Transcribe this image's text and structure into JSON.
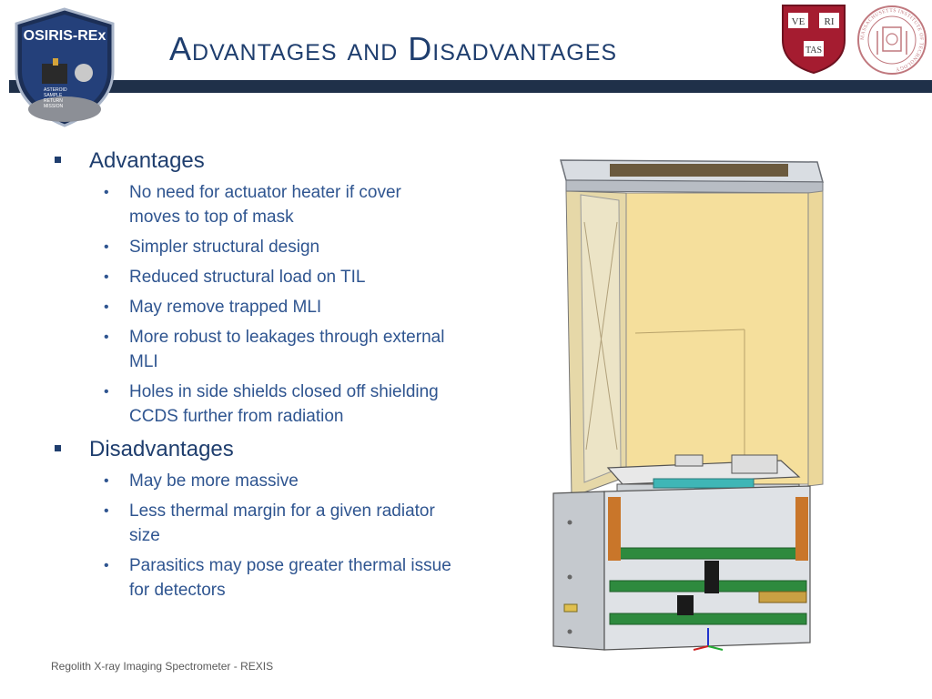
{
  "title": "Advantages and Disadvantages",
  "logos": {
    "osiris": {
      "name": "OSIRIS-REx",
      "subtitle_lines": [
        "ASTEROID",
        "SAMPLE",
        "RETURN",
        "MISSION"
      ]
    },
    "harvard": {
      "shield_text": [
        "VE",
        "RI",
        "TAS"
      ]
    },
    "mit": {
      "ring_text": "MASSACHUSETTS INSTITUTE OF TECHNOLOGY"
    }
  },
  "sections": [
    {
      "heading": "Advantages",
      "items": [
        "No need for actuator heater if cover moves to top of mask",
        "Simpler structural design",
        "Reduced structural load on TIL",
        "May remove trapped MLI",
        "More robust to leakages through external MLI",
        "Holes in side shields closed off shielding CCDS further from radiation"
      ]
    },
    {
      "heading": "Disadvantages",
      "items": [
        "May be more massive",
        "Less thermal margin for a given radiator size",
        "Parasitics may pose greater thermal issue for detectors"
      ]
    }
  ],
  "footer": "Regolith X-ray Imaging Spectrometer - REXIS",
  "colors": {
    "header_bar": "#1f3049",
    "title": "#1f3e6e",
    "body_text": "#2f5590"
  }
}
